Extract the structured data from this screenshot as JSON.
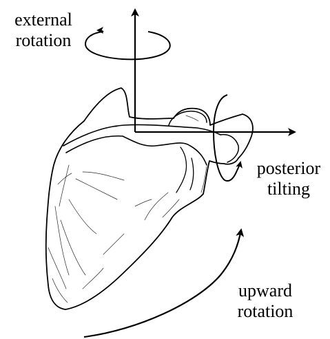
{
  "labels": {
    "external_rotation": [
      "external",
      "rotation"
    ],
    "posterior_tilting": [
      "posterior",
      "tilting"
    ],
    "upward_rotation": [
      "upward",
      "rotation"
    ]
  },
  "colors": {
    "ink": "#000000",
    "background": "#ffffff"
  },
  "icons": [
    "scapula-bone-drawing",
    "axis-arrows",
    "rotation-arrow"
  ]
}
